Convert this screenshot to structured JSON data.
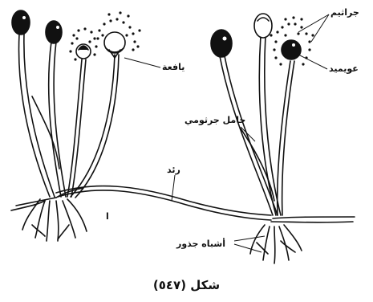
{
  "labels": {
    "sporangium": "يافعة",
    "spores": "جراثيم",
    "columella": "عويميد",
    "sporangiophore": "حامل جرثومي",
    "stolon": "رئد",
    "rhizoids": "أشباه جذور",
    "stray_mark": "ا"
  },
  "caption": "شكل (٥٤٧)",
  "colors": {
    "ink": "#111111",
    "watermark": "#c8c8c8"
  }
}
